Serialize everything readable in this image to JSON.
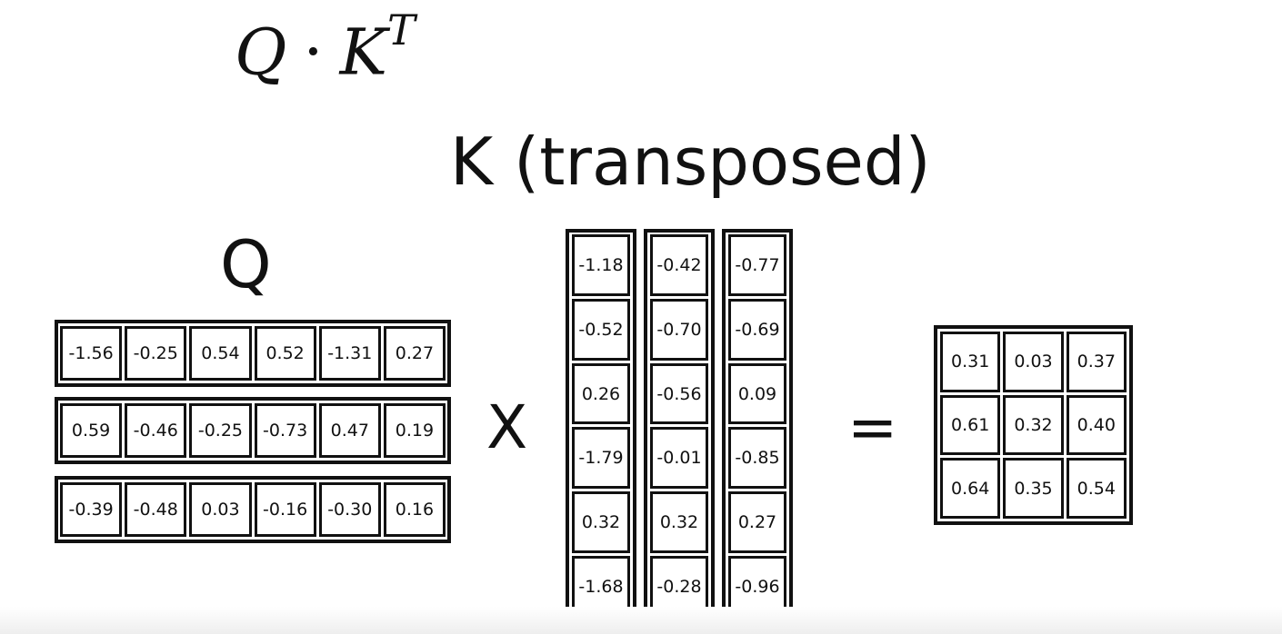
{
  "formula": {
    "base": "Q",
    "dot": "·",
    "k": "K",
    "sup": "T"
  },
  "labels": {
    "k": "K (transposed)",
    "q": "Q"
  },
  "operators": {
    "multiply": "X",
    "equals": "="
  },
  "q_matrix": [
    [
      "-1.56",
      "-0.25",
      "0.54",
      "0.52",
      "-1.31",
      "0.27"
    ],
    [
      "0.59",
      "-0.46",
      "-0.25",
      "-0.73",
      "0.47",
      "0.19"
    ],
    [
      "-0.39",
      "-0.48",
      "0.03",
      "-0.16",
      "-0.30",
      "0.16"
    ]
  ],
  "k_transposed": [
    [
      "-1.18",
      "-0.42",
      "-0.77"
    ],
    [
      "-0.52",
      "-0.70",
      "-0.69"
    ],
    [
      "0.26",
      "-0.56",
      "0.09"
    ],
    [
      "-1.79",
      "-0.01",
      "-0.85"
    ],
    [
      "0.32",
      "0.32",
      "0.27"
    ],
    [
      "-1.68",
      "-0.28",
      "-0.96"
    ]
  ],
  "result": [
    [
      "0.31",
      "0.03",
      "0.37"
    ],
    [
      "0.61",
      "0.32",
      "0.40"
    ],
    [
      "0.64",
      "0.35",
      "0.54"
    ]
  ]
}
